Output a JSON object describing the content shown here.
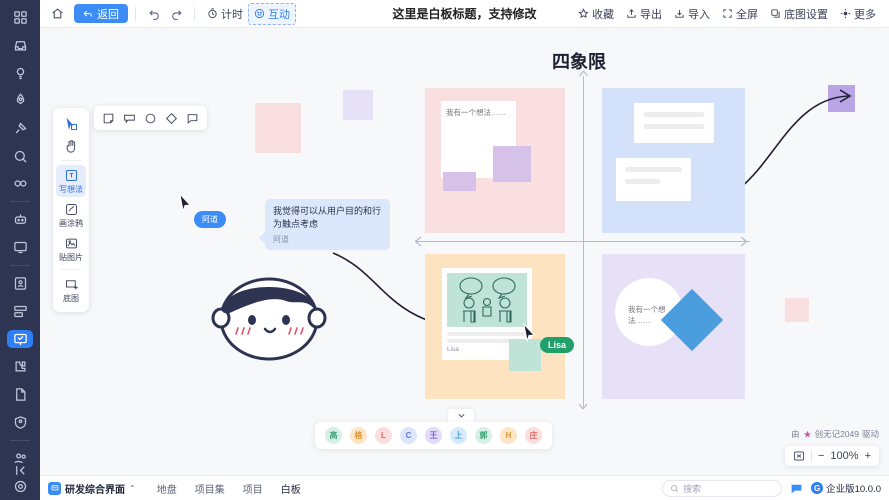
{
  "topbar": {
    "home_icon": "home-icon",
    "back_label": "返回",
    "undo_icon": "undo-icon",
    "redo_icon": "redo-icon",
    "timer_label": "计时",
    "interact_label": "互动",
    "title": "这里是白板标题，支持修改",
    "actions": [
      {
        "label": "收藏",
        "icon": "star-icon"
      },
      {
        "label": "导出",
        "icon": "export-icon"
      },
      {
        "label": "导入",
        "icon": "import-icon"
      },
      {
        "label": "全屏",
        "icon": "fullscreen-icon"
      },
      {
        "label": "底图设置",
        "icon": "layers-icon"
      },
      {
        "label": "更多",
        "icon": "gear-icon"
      }
    ]
  },
  "rail": {
    "items": [
      {
        "name": "apps-icon"
      },
      {
        "name": "inbox-icon"
      },
      {
        "name": "idea-icon"
      },
      {
        "name": "rocket-icon"
      },
      {
        "name": "pin-icon"
      },
      {
        "name": "search-icon"
      },
      {
        "name": "infinity-icon"
      },
      {
        "name": "robot-icon"
      },
      {
        "name": "monitor-icon"
      },
      {
        "name": "contact-icon"
      },
      {
        "name": "list-icon"
      },
      {
        "name": "whiteboard-icon",
        "active": true
      },
      {
        "name": "puzzle-icon"
      },
      {
        "name": "document-icon"
      },
      {
        "name": "shield-icon"
      },
      {
        "name": "team-icon"
      },
      {
        "name": "settings-icon"
      },
      {
        "name": "collapse-icon"
      }
    ]
  },
  "palette": {
    "tools": [
      {
        "name": "select-tool",
        "icon": "cursor-icon",
        "label": ""
      },
      {
        "name": "hand-tool",
        "icon": "hand-icon",
        "label": ""
      },
      {
        "name": "idea-tool",
        "icon": "text-box-icon",
        "label": "写想法",
        "selected": true
      },
      {
        "name": "doodle-tool",
        "icon": "brush-icon",
        "label": "画涂鸦"
      },
      {
        "name": "image-tool",
        "icon": "image-icon",
        "label": "贴图片"
      },
      {
        "name": "background-tool",
        "icon": "board-icon",
        "label": "底图"
      }
    ],
    "shapes": [
      {
        "name": "sticky-note-shape",
        "icon": "note-icon"
      },
      {
        "name": "rounded-rect-shape",
        "icon": "rect-icon"
      },
      {
        "name": "circle-shape",
        "icon": "circle-icon"
      },
      {
        "name": "diamond-shape",
        "icon": "diamond-icon"
      },
      {
        "name": "speech-shape",
        "icon": "speech-icon"
      }
    ]
  },
  "canvas": {
    "quadrant_title": "四象限",
    "comment": {
      "text": "我觉得可以从用户目的和行为触点考虑",
      "author": "阿道"
    },
    "pill_author": "阿道",
    "cursor_label": "Lisa",
    "sticky_texts": {
      "top_left": "我有一个想法……",
      "bottom_right": "我有一个想法……"
    },
    "card_author": "Lisa",
    "colors": {
      "quadrant_top_left": "#f9dfe0",
      "quadrant_top_right": "#d3e2fa",
      "quadrant_bottom_left": "#fde3c0",
      "quadrant_bottom_right": "#e6e1f7",
      "accent": "#3b8cf4",
      "green": "#22a06b",
      "diamond": "#4b9ede"
    }
  },
  "participants": {
    "avatars": [
      {
        "label": "高",
        "bg": "#d7efe4",
        "fg": "#3aa177"
      },
      {
        "label": "格",
        "bg": "#fde5c8",
        "fg": "#e0962f"
      },
      {
        "label": "L",
        "bg": "#fbdede",
        "fg": "#e06464"
      },
      {
        "label": "C",
        "bg": "#dde5fb",
        "fg": "#5b7fd6"
      },
      {
        "label": "王",
        "bg": "#e3dcf7",
        "fg": "#7b63c9"
      },
      {
        "label": "上",
        "bg": "#d6eafb",
        "fg": "#4a9ed8"
      },
      {
        "label": "郭",
        "bg": "#d7efe4",
        "fg": "#2f9e6f"
      },
      {
        "label": "H",
        "bg": "#fde5c8",
        "fg": "#e0962f"
      },
      {
        "label": "庄",
        "bg": "#fbdede",
        "fg": "#e06464"
      }
    ]
  },
  "footer_canvas": {
    "powered_prefix": "由",
    "powered_brand": "创无记2049",
    "powered_suffix": "驱动",
    "fit_icon": "fit-screen-icon",
    "zoom_out": "−",
    "zoom_level": "100%",
    "zoom_in": "+"
  },
  "bottombar": {
    "app_name": "研发综合界面",
    "app_caret": "⌃",
    "tabs": [
      {
        "label": "地盘",
        "current": false
      },
      {
        "label": "项目集",
        "current": false
      },
      {
        "label": "项目",
        "current": false
      },
      {
        "label": "白板",
        "current": true
      }
    ],
    "search_placeholder": "搜索",
    "chat_icon": "chat-icon",
    "version": "企业版10.0.0",
    "logo_letter": "G"
  }
}
